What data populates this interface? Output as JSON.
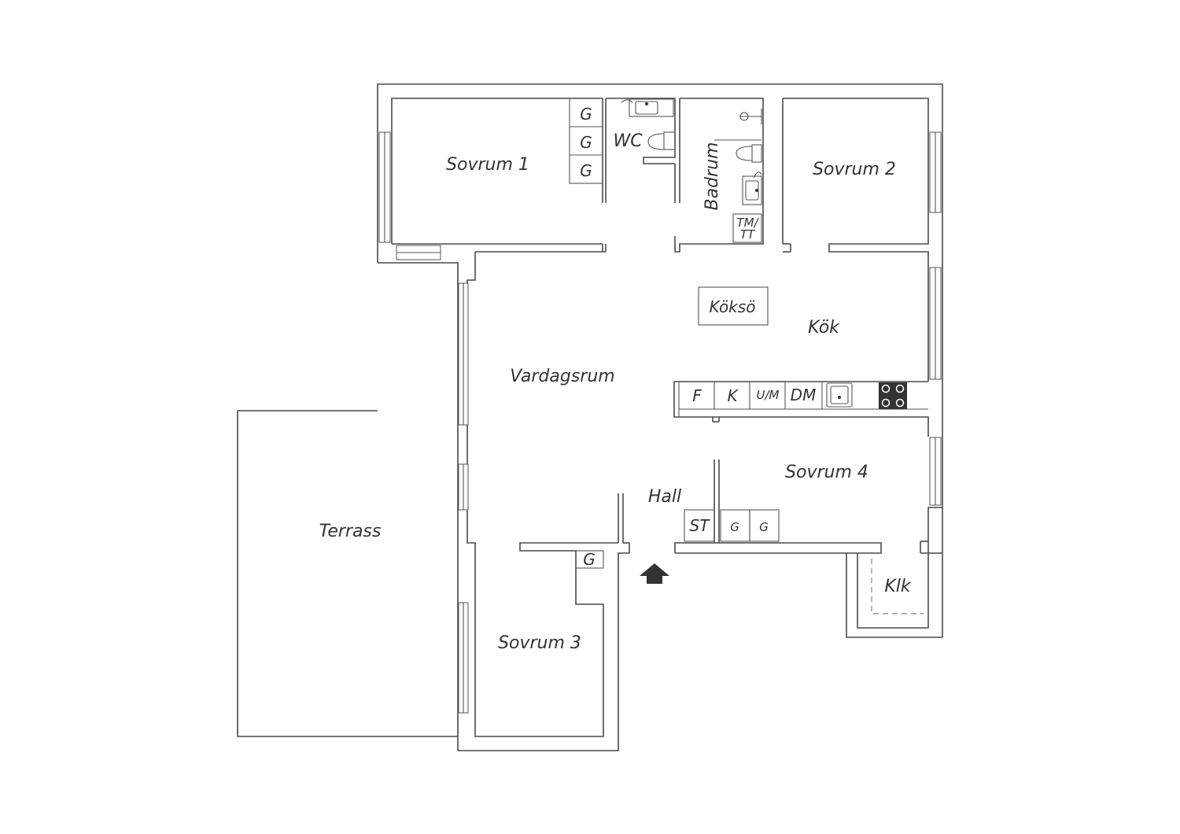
{
  "rooms": {
    "sovrum1": "Sovrum 1",
    "sovrum2": "Sovrum 2",
    "sovrum3": "Sovrum 3",
    "sovrum4": "Sovrum 4",
    "wc": "WC",
    "badrum": "Badrum",
    "vardagsrum": "Vardagsrum",
    "kok": "Kök",
    "koksö": "Köksö",
    "hall": "Hall",
    "terrass": "Terrass",
    "klk": "Klk"
  },
  "fixtures": {
    "garderob": "G",
    "tm_tt_top": "TM/",
    "tm_tt_bottom": "TT",
    "fridge": "F",
    "freezer": "K",
    "oven_micro": "U/M",
    "dishwasher": "DM",
    "storage": "ST"
  },
  "icons": {
    "entrance": "entrance-arrow-icon",
    "sink": "sink-icon",
    "toilet": "toilet-icon",
    "shower": "shower-icon",
    "hob": "hob-icon"
  },
  "colors": {
    "wall": "#4a4a4a",
    "text": "#333333",
    "background": "#ffffff"
  }
}
